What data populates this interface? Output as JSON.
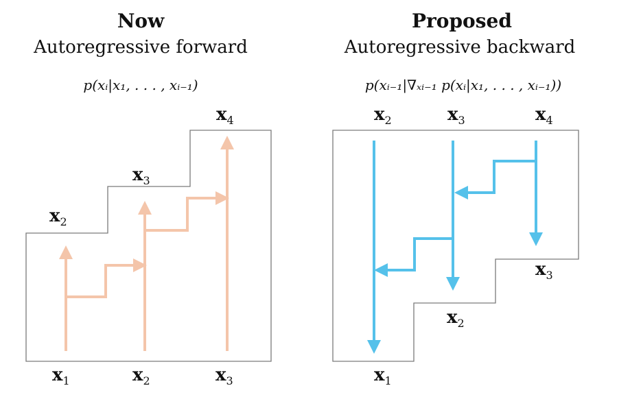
{
  "left": {
    "title": "Now",
    "subtitle": "Autoregressive forward",
    "formula": "p(xᵢ|x₁, . . . , xᵢ₋₁)",
    "arrow_color": "#f4c5aa",
    "labels": {
      "x2": "x",
      "x2_sub": "2",
      "x3": "x",
      "x3_sub": "3",
      "x4": "x",
      "x4_sub": "4",
      "b1": "x",
      "b1_sub": "1",
      "b2": "x",
      "b2_sub": "2",
      "b3": "x",
      "b3_sub": "3"
    }
  },
  "right": {
    "title": "Proposed",
    "subtitle": "Autoregressive backward",
    "formula": "p(xᵢ₋₁|∇ₓᵢ₋₁ p(xᵢ|x₁, . . . , xᵢ₋₁))",
    "arrow_color": "#55c1ea",
    "labels": {
      "t2": "x",
      "t2_sub": "2",
      "t3": "x",
      "t3_sub": "3",
      "t4": "x",
      "t4_sub": "4",
      "s3": "x",
      "s3_sub": "3",
      "s2": "x",
      "s2_sub": "2",
      "s1": "x",
      "s1_sub": "1"
    }
  },
  "outline_color": "#7a7a7a"
}
